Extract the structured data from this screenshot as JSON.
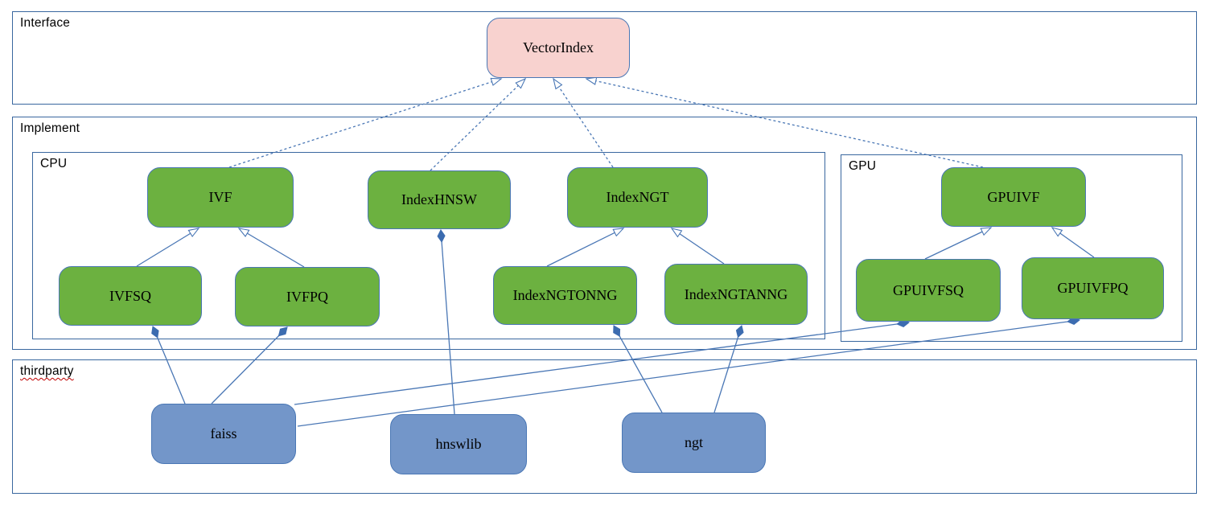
{
  "diagram": {
    "containers": {
      "interface": {
        "label": "Interface"
      },
      "implement": {
        "label": "Implement"
      },
      "cpu": {
        "label": "CPU"
      },
      "gpu": {
        "label": "GPU"
      },
      "thirdparty": {
        "label": "thirdparty",
        "has_spellcheck_underline": true
      }
    },
    "nodes": [
      {
        "id": "vectorindex",
        "label": "VectorIndex",
        "kind": "interface",
        "container": "interface"
      },
      {
        "id": "ivf",
        "label": "IVF",
        "kind": "class",
        "container": "cpu"
      },
      {
        "id": "indexhnsw",
        "label": "IndexHNSW",
        "kind": "class",
        "container": "cpu"
      },
      {
        "id": "indexngt",
        "label": "IndexNGT",
        "kind": "class",
        "container": "cpu"
      },
      {
        "id": "ivfsq",
        "label": "IVFSQ",
        "kind": "class",
        "container": "cpu"
      },
      {
        "id": "ivfpq",
        "label": "IVFPQ",
        "kind": "class",
        "container": "cpu"
      },
      {
        "id": "indexngtonng",
        "label": "IndexNGTONNG",
        "kind": "class",
        "container": "cpu"
      },
      {
        "id": "indexngtanng",
        "label": "IndexNGTANNG",
        "kind": "class",
        "container": "cpu"
      },
      {
        "id": "gpuivf",
        "label": "GPUIVF",
        "kind": "class",
        "container": "gpu"
      },
      {
        "id": "gpuivfsq",
        "label": "GPUIVFSQ",
        "kind": "class",
        "container": "gpu"
      },
      {
        "id": "gpuivfpq",
        "label": "GPUIVFPQ",
        "kind": "class",
        "container": "gpu"
      },
      {
        "id": "faiss",
        "label": "faiss",
        "kind": "thirdparty",
        "container": "thirdparty"
      },
      {
        "id": "hnswlib",
        "label": "hnswlib",
        "kind": "thirdparty",
        "container": "thirdparty"
      },
      {
        "id": "ngt",
        "label": "ngt",
        "kind": "thirdparty",
        "container": "thirdparty"
      }
    ],
    "edges": [
      {
        "from": "ivf",
        "to": "vectorindex",
        "type": "realization"
      },
      {
        "from": "indexhnsw",
        "to": "vectorindex",
        "type": "realization"
      },
      {
        "from": "indexngt",
        "to": "vectorindex",
        "type": "realization"
      },
      {
        "from": "gpuivf",
        "to": "vectorindex",
        "type": "realization"
      },
      {
        "from": "ivfsq",
        "to": "ivf",
        "type": "inheritance"
      },
      {
        "from": "ivfpq",
        "to": "ivf",
        "type": "inheritance"
      },
      {
        "from": "indexngtonng",
        "to": "indexngt",
        "type": "inheritance"
      },
      {
        "from": "indexngtanng",
        "to": "indexngt",
        "type": "inheritance"
      },
      {
        "from": "gpuivfsq",
        "to": "gpuivf",
        "type": "inheritance"
      },
      {
        "from": "gpuivfpq",
        "to": "gpuivf",
        "type": "inheritance"
      },
      {
        "from": "faiss",
        "to": "ivfsq",
        "type": "composition"
      },
      {
        "from": "faiss",
        "to": "ivfpq",
        "type": "composition"
      },
      {
        "from": "hnswlib",
        "to": "indexhnsw",
        "type": "composition"
      },
      {
        "from": "ngt",
        "to": "indexngtonng",
        "type": "composition"
      },
      {
        "from": "ngt",
        "to": "indexngtanng",
        "type": "composition"
      },
      {
        "from": "faiss",
        "to": "gpuivfsq",
        "type": "composition"
      },
      {
        "from": "faiss",
        "to": "gpuivfpq",
        "type": "composition"
      }
    ],
    "colors": {
      "class_fill": "#6cb140",
      "interface_fill": "#f8d2cf",
      "thirdparty_fill": "#7396c9",
      "node_border": "#4a77b5",
      "connector": "#4a77b5",
      "diamond_fill": "#3c6cb0",
      "container_border": "#39679f",
      "spellcheck": "#c00000"
    }
  }
}
